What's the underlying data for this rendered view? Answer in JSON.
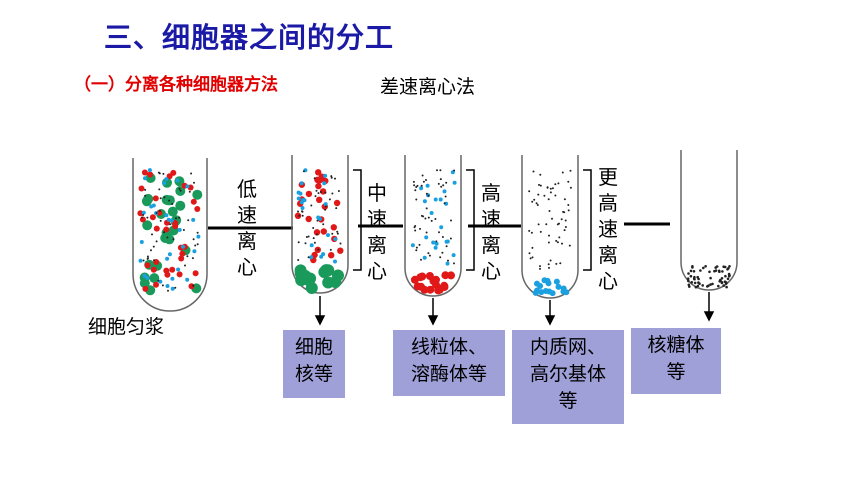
{
  "title": "三、细胞器之间的分工",
  "subtitle": "（一）分离各种细胞器方法",
  "method": "差速离心法",
  "homogenate_label": "细胞匀浆",
  "steps": [
    [
      "低",
      "速",
      "离",
      "心"
    ],
    [
      "中",
      "速",
      "离",
      "心"
    ],
    [
      "高",
      "速",
      "离",
      "心"
    ],
    [
      "更",
      "高",
      "速",
      "离",
      "心"
    ]
  ],
  "boxes": [
    [
      "细胞",
      "核等"
    ],
    [
      "线粒体、",
      "溶酶体等"
    ],
    [
      "内质网、",
      "高尔基体",
      "等"
    ],
    [
      "核糖体",
      "等"
    ]
  ],
  "colors": {
    "title": "#1a1aa6",
    "subtitle": "#e00000",
    "box": "#9fa0d8",
    "green": "#1a9a5a",
    "red": "#e01818",
    "blue": "#1aa0e0"
  }
}
